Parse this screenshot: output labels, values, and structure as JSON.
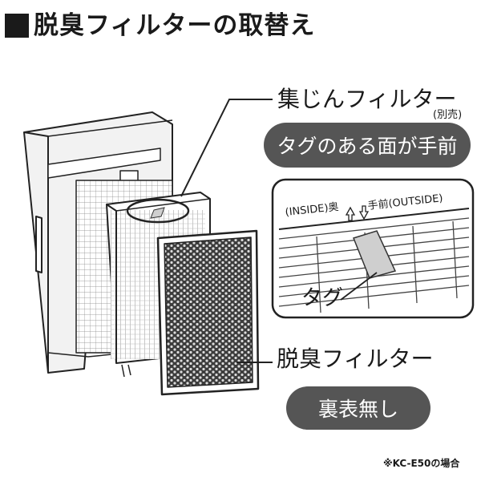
{
  "title": "脱臭フィルターの取替え",
  "labels": {
    "dust_filter": "集じんフィルター",
    "sold_separately": "(別売)",
    "front_pill": "タグのある面が手前",
    "inside": "(INSIDE)奥",
    "outside": "手前(OUTSIDE)",
    "tag": "タグ",
    "deodorizing_filter": "脱臭フィルター",
    "no_side_pill": "裏表無し",
    "model_note": "※KC-E50の場合"
  },
  "colors": {
    "pill_bg": "#555555",
    "line": "#222222",
    "tag_fill": "#cfcfcf"
  }
}
